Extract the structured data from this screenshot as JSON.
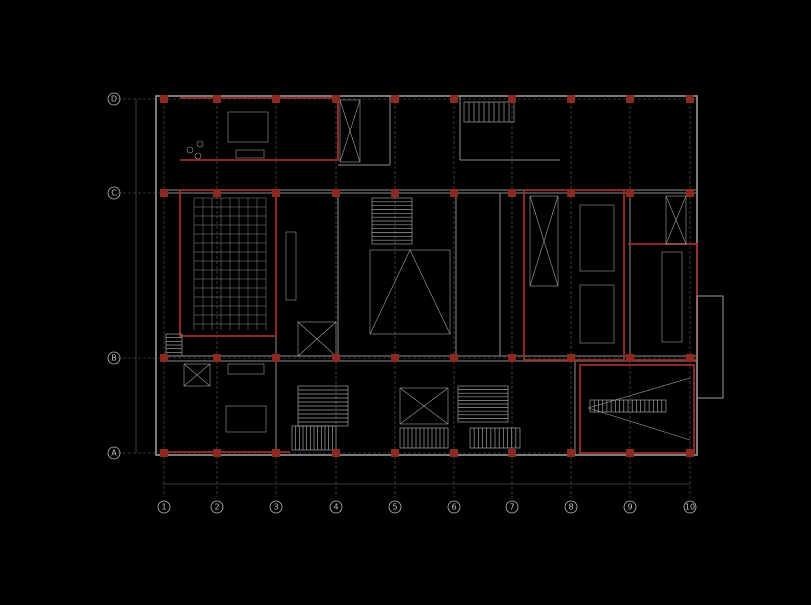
{
  "drawing": {
    "type": "architectural floor plan",
    "colors": {
      "background": "#000000",
      "wall": "#9a9a9a",
      "column": "#8c2a22",
      "highlight_wall": "#9a2f26",
      "fixture": "#8a8a8a"
    }
  },
  "grid": {
    "columns": [
      "1",
      "2",
      "3",
      "4",
      "5",
      "6",
      "7",
      "8",
      "9",
      "10"
    ],
    "rows": [
      "D",
      "C",
      "B",
      "A"
    ]
  }
}
